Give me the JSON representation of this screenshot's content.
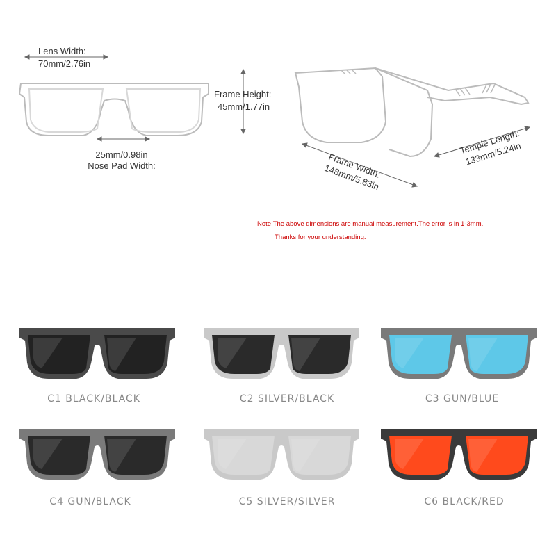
{
  "dimensions": {
    "lens_width": {
      "label": "Lens Width:",
      "value": "70mm/2.76in"
    },
    "frame_height": {
      "label": "Frame Height:",
      "value": "45mm/1.77in"
    },
    "nose_pad_width": {
      "label": "Nose Pad Width:",
      "value": "25mm/0.98in"
    },
    "frame_width": {
      "label": "Frame Width:",
      "value": "148mm/5.83in"
    },
    "temple_length": {
      "label": "Temple Length:",
      "value": "133mm/5.24in"
    }
  },
  "note": {
    "line1": "Note:The above dimensions are manual measurement.The error is in 1-3mm.",
    "line2": "Thanks for your understanding.",
    "color": "#cc0000"
  },
  "variants": [
    {
      "label": "C1  BLACK/BLACK",
      "frame": "#4a4a4a",
      "lens": "#222222"
    },
    {
      "label": "C2  SILVER/BLACK",
      "frame": "#c9c9c9",
      "lens": "#2a2a2a"
    },
    {
      "label": "C3  GUN/BLUE",
      "frame": "#7a7a7a",
      "lens": "#5ec8e8"
    },
    {
      "label": "C4  GUN/BLACK",
      "frame": "#7a7a7a",
      "lens": "#2a2a2a"
    },
    {
      "label": "C5  SILVER/SILVER",
      "frame": "#c9c9c9",
      "lens": "#d8d8d8"
    },
    {
      "label": "C6  BLACK/RED",
      "frame": "#3a3a3a",
      "lens": "#ff4a1c"
    }
  ]
}
